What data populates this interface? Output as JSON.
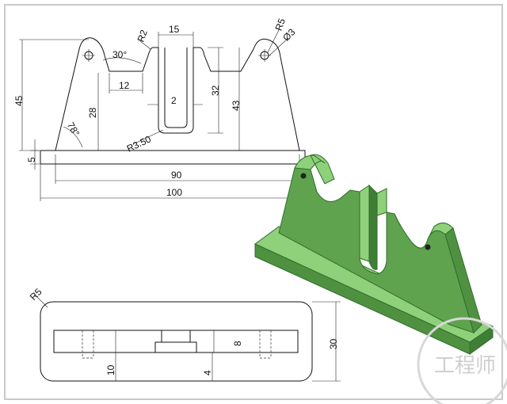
{
  "dimensions": {
    "width_15": "15",
    "radius_r2": "R2",
    "radius_r5_top": "R5",
    "hole_dia": "Ø3",
    "angle_30": "30°",
    "width_12": "12",
    "height_32": "32",
    "height_43": "43",
    "height_45": "45",
    "height_28": "28",
    "wall_2": "2",
    "angle_78": "78°",
    "radius_r350": "R3.50",
    "height_5": "5",
    "length_90": "90",
    "length_100": "100",
    "radius_r5_plan": "R5",
    "height_30": "30",
    "height_8": "8",
    "offset_10": "10",
    "offset_4": "4"
  },
  "watermark": "工程师",
  "colors": {
    "background": "#ffffff",
    "frame": "#c9c9c9",
    "line": "#111111",
    "model_face": "#5fa34f",
    "model_light": "#8fd07a",
    "model_dark": "#2f6e2a"
  }
}
